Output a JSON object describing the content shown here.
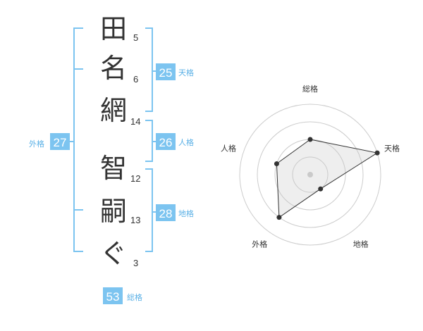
{
  "name_chars": [
    {
      "char": "田",
      "strokes": "5"
    },
    {
      "char": "名",
      "strokes": "6"
    },
    {
      "char": "網",
      "strokes": "14"
    },
    {
      "char": "智",
      "strokes": "12"
    },
    {
      "char": "嗣",
      "strokes": "13"
    },
    {
      "char": "ぐ",
      "strokes": "3"
    }
  ],
  "kakusu": {
    "tenkaku": {
      "value": "25",
      "label": "天格"
    },
    "jinkaku": {
      "value": "26",
      "label": "人格"
    },
    "chikaku": {
      "value": "28",
      "label": "地格"
    },
    "gaikaku": {
      "value": "27",
      "label": "外格"
    },
    "soukaku": {
      "value": "53",
      "label": "総格"
    }
  },
  "colors": {
    "accent": "#7cc4f0",
    "accent_text": "#5ab0e6",
    "text": "#333333",
    "grid": "#cccccc"
  },
  "chart_data": {
    "type": "radar",
    "axes": [
      "総格",
      "天格",
      "地格",
      "外格",
      "人格"
    ],
    "levels": 4,
    "max": 4,
    "values": [
      2,
      4,
      1,
      3,
      2
    ]
  }
}
